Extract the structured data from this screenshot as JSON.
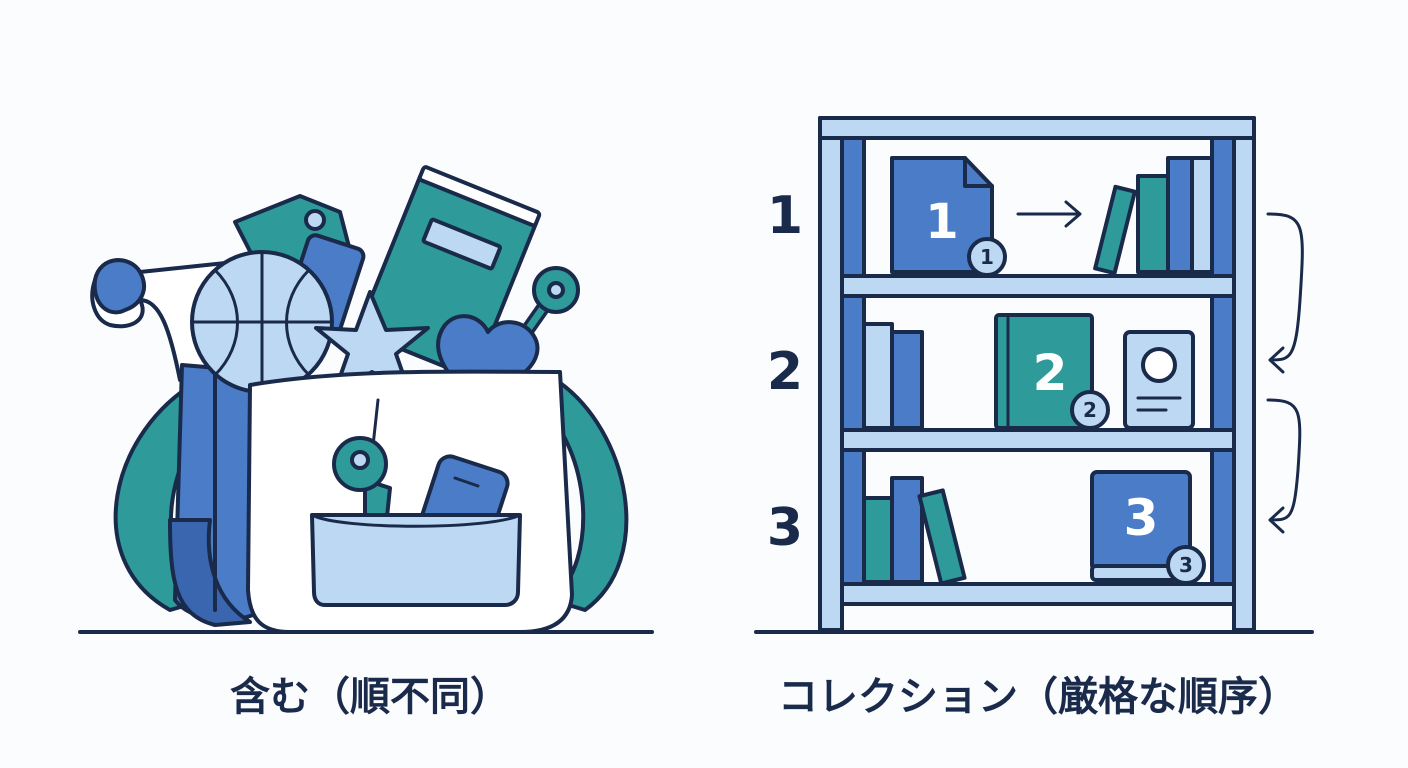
{
  "colors": {
    "outline": "#1a2a4a",
    "blue": "#4a7cc8",
    "teal": "#2e9a9a",
    "light_blue": "#bcd8f2",
    "white": "#ffffff"
  },
  "bag_panel": {
    "caption": "含む（順不同）"
  },
  "shelf_panel": {
    "caption": "コレクション（厳格な順序）",
    "row_numbers": [
      "1",
      "2",
      "3"
    ],
    "books": [
      {
        "label": "1",
        "badge": "1"
      },
      {
        "label": "2",
        "badge": "2"
      },
      {
        "label": "3",
        "badge": "3"
      }
    ]
  }
}
